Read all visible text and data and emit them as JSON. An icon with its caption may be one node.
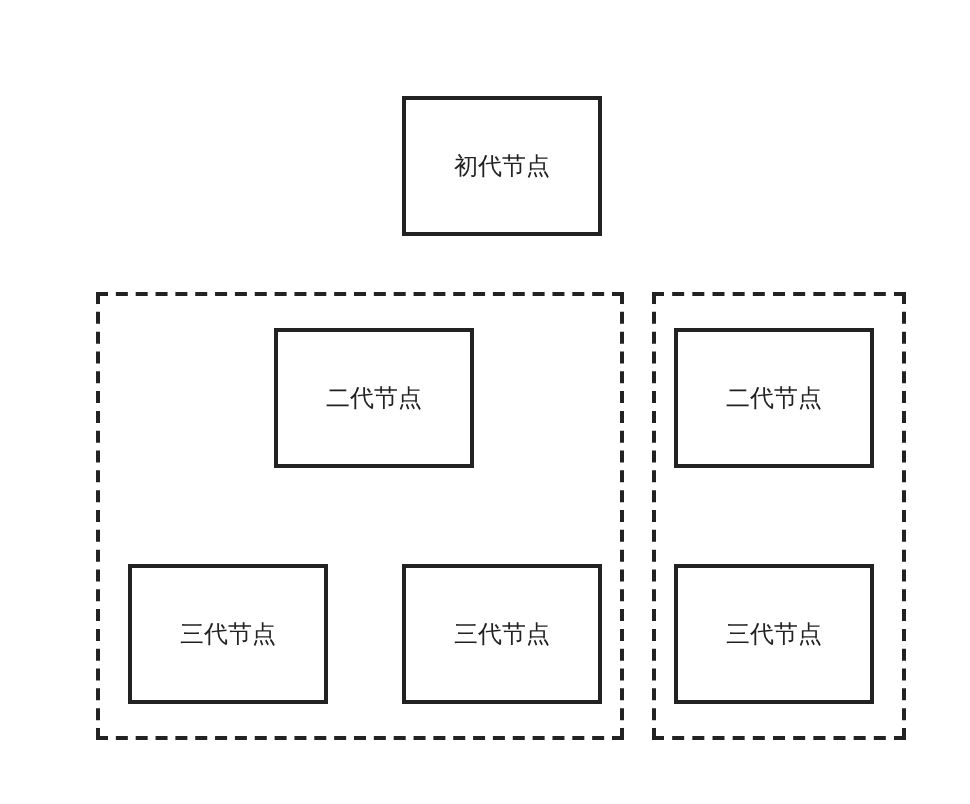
{
  "diagram": {
    "nodes": [
      {
        "text": [
          "初代节点"
        ]
      },
      {
        "text": [],
        "shape": "box"
      },
      {
        "text": [
          "二代节点"
        ],
        "in": 1
      },
      {
        "text": [
          "三代节点"
        ],
        "in": 1
      },
      {
        "text": [
          "三代节点"
        ],
        "in": 1
      },
      {
        "text": [],
        "shape": "box"
      },
      {
        "text": [
          "二代节点"
        ],
        "in": 5
      },
      {
        "text": [
          "三代节点"
        ],
        "in": 5
      }
    ]
  }
}
